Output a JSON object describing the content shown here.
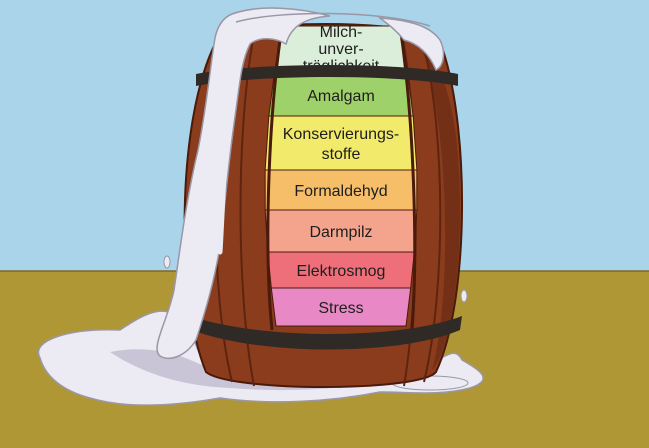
{
  "illustration": {
    "colors": {
      "sky": "#a9d4ea",
      "ground": "#b09736",
      "barrel_wood": "#8a3c1c",
      "barrel_wood_dark": "#5e2410",
      "hoop": "#2f2a26",
      "overflow_liquid": "#eceaf2"
    },
    "icon": "barrel-overflowing-icon"
  },
  "layers": [
    {
      "id": "milch",
      "lines": [
        "Milch-",
        "unver-",
        "träglichkeit"
      ],
      "color": "#dbeeda"
    },
    {
      "id": "amalgam",
      "lines": [
        "Amalgam"
      ],
      "color": "#9fd16b"
    },
    {
      "id": "konservierungsstoffe",
      "lines": [
        "Konservierungs-",
        "stoffe"
      ],
      "color": "#f2ea6a"
    },
    {
      "id": "formaldehyd",
      "lines": [
        "Formaldehyd"
      ],
      "color": "#f7be6a"
    },
    {
      "id": "darmpilz",
      "lines": [
        "Darmpilz"
      ],
      "color": "#f4a48c"
    },
    {
      "id": "elektrosmog",
      "lines": [
        "Elektrosmog"
      ],
      "color": "#ee6f79"
    },
    {
      "id": "stress",
      "lines": [
        "Stress"
      ],
      "color": "#e889c6"
    }
  ]
}
